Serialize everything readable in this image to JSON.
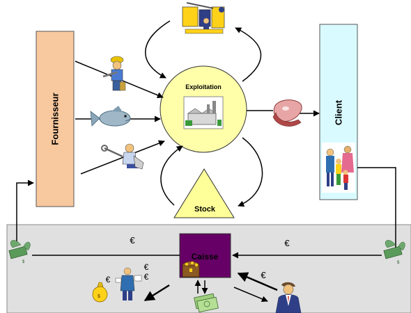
{
  "diagram": {
    "nodes": {
      "fournisseur": "Fournisseur",
      "client": "Client",
      "exploitation": "Exploitation",
      "stock": "Stock",
      "caisse": "Caisse"
    },
    "currency_symbol": "€",
    "colors": {
      "fournisseur_fill": "#F8C89E",
      "client_fill": "#D9FBFF",
      "exploitation_fill": "#FFFFAA",
      "stock_fill": "#FFFF99",
      "caisse_fill": "#660066",
      "treasury_band": "#E0E0E0"
    },
    "icons": [
      "worker-icon",
      "fish-icon",
      "repairman-icon",
      "factory-icon",
      "machinery-icon",
      "meat-icon",
      "family-icon",
      "treasure-chest-icon",
      "money-bag-icon",
      "banknotes-icon",
      "money-wings-icon",
      "businessman-icon",
      "accountant-icon"
    ]
  }
}
